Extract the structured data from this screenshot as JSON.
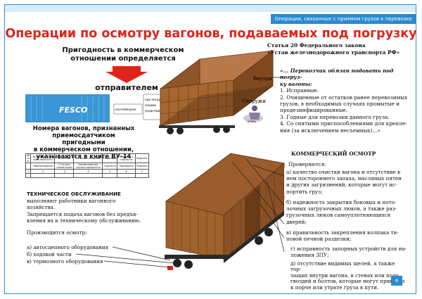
{
  "header": {
    "tab": "Операции, связанные с приемом грузов к перевозке",
    "title": "Операции по осмотру вагонов, подаваемых под погрузку"
  },
  "left": {
    "suitability_line1": "Пригодность в коммерческом",
    "suitability_line2": "отношении определяется",
    "sender": "отправителем",
    "container_brand": "FESCO",
    "container_caption_1": "контейнером",
    "container_caption_2": "при погрузке",
    "container_caption_3": "своими",
    "container_caption_4": "средствами",
    "book_line1": "Номера вагонов, признанных",
    "book_line2": "приемосдатчиком пригодными",
    "book_line3": "в коммерческом отношении,",
    "book_line4": "указываются в книге ВУ-14",
    "table_header": [
      "№ п/п",
      "№ вагона – тип собственность",
      "№ вагона",
      "Станция погрузки",
      "Проверка",
      "Отметка о годности",
      "Подпись"
    ],
    "table_sub": [
      "",
      "Наименование",
      "Станция назначения",
      "Наименование грузоотправителя",
      "Годность",
      "Проверена",
      "Подпись"
    ],
    "table_nums": [
      "1",
      "2",
      "3",
      "4",
      "5",
      "6",
      "7"
    ],
    "tech_title": "ТЕХНИЧЕСКОЕ ОБСЛУЖИВАНИЕ",
    "tech_line1": "выполняют работники вагонного",
    "tech_line2": "хозяйства.",
    "tech_line3": "Запрещается подача вагонов без предъя-",
    "tech_line4": "вления их к техническому обслуживанию.",
    "inspect_intro": "Производится осмотр:",
    "inspect_a": "а) автосцепного оборудования",
    "inspect_b": "б) ходовой части",
    "inspect_c": "в) тормозного оборудования"
  },
  "diagram": {
    "inside_label": "Внутри",
    "outside_label": "Снаружи",
    "coal_label": "уголь"
  },
  "right": {
    "law_title_1": "Статья 20 Федерального закона",
    "law_title_2": "«Устав железнодорожного транспорта РФ»",
    "law_quote_lead": "«... Перевозчик обязан подавать под погруз-",
    "law_quote_lead2": "ку вагоны:",
    "law_items": [
      "1. Исправные.",
      "2. Очищенные от остатков ранее перевозимых",
      "грузов, в необходимых случаях промытые и",
      "продезинфицированные.",
      "3. Годные для перевозки данного груза.",
      "4. Со снятыми приспособлениями для крепле-",
      "ния (за исключением несъемных)...»"
    ],
    "commercial_title": "КОММЕРЧЕСКИЙ ОСМОТР",
    "check_intro": "Проверяются:",
    "check_a": [
      "а) качество очистки вагона и отсутствие в",
      "нем постороннего запаха, масляных пятен",
      "и других загрязнений, которые могут ис-",
      "портить груз;"
    ],
    "check_b": [
      "б) надежность закрытия боковых и пото-",
      "лочных загрузочных люков, а также раз-",
      "грузочных люков самоуплотняющихся",
      "дверей;"
    ],
    "check_v": [
      "в) правильность закрепления колпака ти-",
      "повой печной разделки;"
    ],
    "check_g": [
      "г) исправность запорных устройств для на-",
      "ложения ЗПУ;"
    ],
    "check_d": [
      "д) отсутствие видимых щелей, а также тор-",
      "чащих внутри вагона, в стенах или полу",
      "гвоздей и болтов, которые могут привести",
      "к порче или утрате груза в пути."
    ]
  },
  "page_number": "4",
  "colors": {
    "accent": "#2b8ad0",
    "title_red": "#e2231a",
    "wagon_brown": "#a0622d",
    "container_blue": "#3a96d4"
  }
}
